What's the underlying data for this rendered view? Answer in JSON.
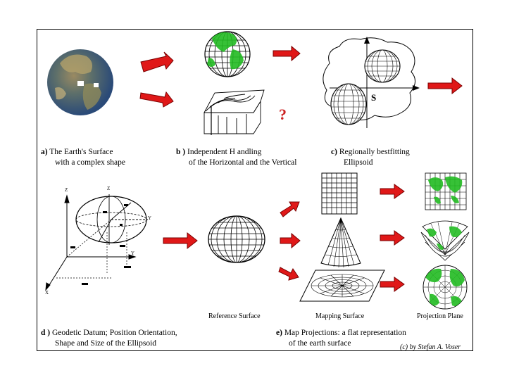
{
  "panels": {
    "a": {
      "letter": "a)",
      "line1": "The Earth's Surface",
      "line2": "with a complex shape"
    },
    "b": {
      "letter": "b )",
      "line1": "Independent H andling",
      "line2": "of the Horizontal and the Vertical"
    },
    "c": {
      "letter": "c)",
      "line1": "Regionally bestfitting",
      "line2": "Ellipsoid"
    },
    "d": {
      "letter": "d )",
      "line1": "Geodetic Datum; Position Orientation,",
      "line2": "Shape and Size of the Ellipsoid"
    },
    "e": {
      "letter": "e)",
      "line1": "Map Projections: a flat representation",
      "line2": "of the earth surface"
    }
  },
  "labels": {
    "reference_surface": "Reference Surface",
    "mapping_surface": "Mapping Surface",
    "projection_plane": "Projection Plane",
    "question_mark": "?",
    "s_mark": "S"
  },
  "axes": {
    "z1": "Z",
    "z2": "Z",
    "y1": "Y",
    "y2": "Y",
    "x": "X"
  },
  "credit": "(c) by Stefan A. Voser",
  "colors": {
    "arrow": "#e01818",
    "arrow_outline": "#7a0000",
    "land_green": "#22bb22",
    "question_red": "#cc2222"
  }
}
